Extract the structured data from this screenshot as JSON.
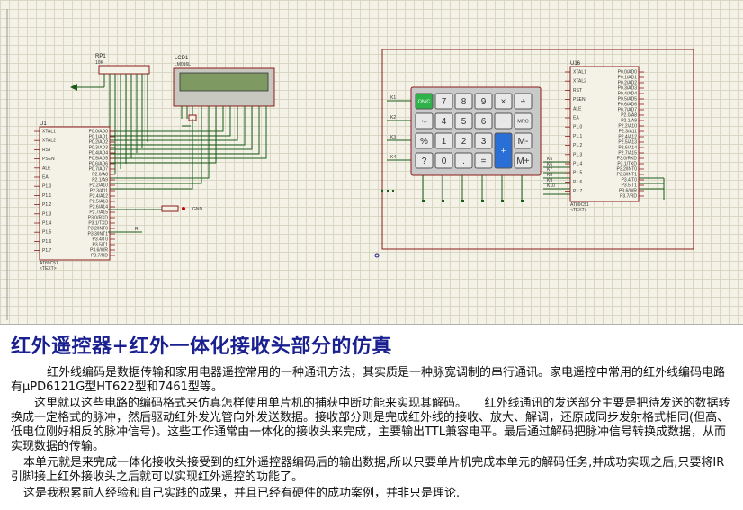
{
  "schematic": {
    "rp1_ref": "RP1",
    "rp1_value": "10K",
    "lcd_ref": "LCD1",
    "lcd_model": "LM016L",
    "u1_ref": "U1",
    "u1_part": "AT89C51",
    "u16_ref": "U16",
    "u16_part": "AT89C51",
    "text_placeholder": "<TEXT>",
    "gnd_label": "GND",
    "r_label": "R",
    "mcu_left_pins": [
      "XTAL1",
      "XTAL2",
      "RST",
      "PSEN",
      "ALE",
      "EA",
      "P1.0",
      "P1.1",
      "P1.2",
      "P1.3",
      "P1.4",
      "P1.5",
      "P1.6",
      "P1.7"
    ],
    "mcu_right_pins": [
      "P0.0/AD0",
      "P0.1/AD1",
      "P0.2/AD2",
      "P0.3/AD3",
      "P0.4/AD4",
      "P0.5/AD5",
      "P0.6/AD6",
      "P0.7/AD7",
      "P2.0/A8",
      "P2.1/A9",
      "P2.2/A10",
      "P2.3/A11",
      "P2.4/A12",
      "P2.5/A13",
      "P2.6/A14",
      "P2.7/A15",
      "P3.0/RXD",
      "P3.1/TXD",
      "P3.2/INT0",
      "P3.3/INT1",
      "P3.4/T0",
      "P3.5/T1",
      "P3.6/WR",
      "P3.7/RD"
    ],
    "keypad_rows": [
      "K1",
      "K2",
      "K3",
      "K4"
    ],
    "keypad_keys": [
      [
        "ON/C",
        "7",
        "8",
        "9",
        "×",
        "÷"
      ],
      [
        "+/-",
        "4",
        "5",
        "6",
        "−",
        "MRC"
      ],
      [
        "%",
        "1",
        "2",
        "3",
        "",
        "M-"
      ],
      [
        "?",
        "0",
        ".",
        "=",
        "+",
        "M+"
      ]
    ],
    "keypad_sel": [
      "K5",
      "K6",
      "K7",
      "K8",
      "K9",
      "K10"
    ]
  },
  "article": {
    "title": "红外遥控器+红外一体化接收头部分的仿真",
    "p1": "红外线编码是数据传输和家用电器遥控常用的一种通讯方法，其实质是一种脉宽调制的串行通讯。家电遥控中常用的红外线编码电路有μPD6121G型HT622型和7461型等。",
    "p2": "这里就以这些电路的编码格式来仿真怎样使用单片机的捕获中断功能来实现其解码。　　红外线通讯的发送部分主要是把待发送的数据转换成一定格式的脉冲，然后驱动红外发光管向外发送数据。接收部分则是完成红外线的接收、放大、解调，还原成同步发射格式相同(但高、低电位刚好相反的脉冲信号)。这些工作通常由一体化的接收头来完成，主要输出TTL兼容电平。最后通过解码把脉冲信号转换成数据，从而实现数据的传输。",
    "p3": "本单元就是来完成一体化接收头接受到的红外遥控器编码后的输出数据,所以只要单片机完成本单元的解码任务,并成功实现之后,只要将IR引脚接上红外接收头之后就可以实现红外遥控的功能了。",
    "p4": "这是我积累前人经验和自己实践的成果，并且已经有硬件的成功案例，并非只是理论."
  }
}
